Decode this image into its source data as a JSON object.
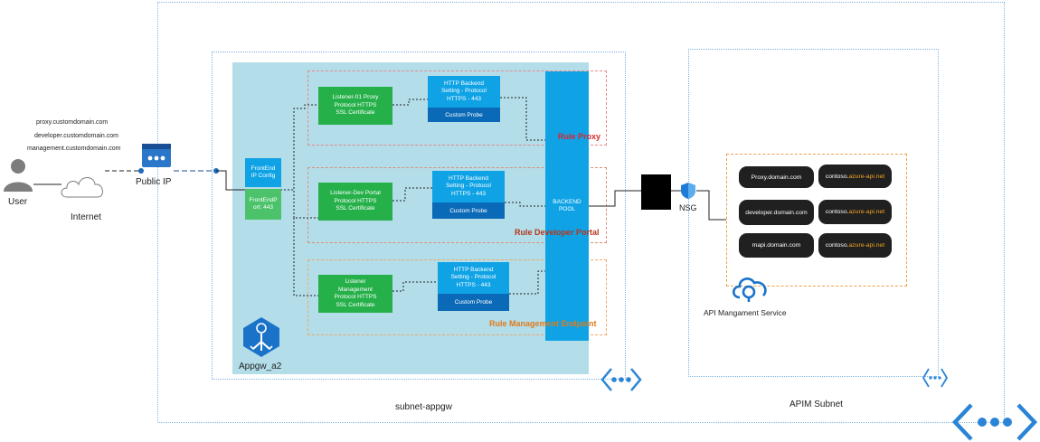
{
  "user": {
    "label": "User"
  },
  "internet": {
    "label": "Internet"
  },
  "public_ip": {
    "label": "Public IP"
  },
  "domains": [
    "proxy.customdomain.com",
    "developer.customdomain.com",
    "management.customdomain.com"
  ],
  "appgw": {
    "name": "Appgw_a2",
    "frontend_ip": "FrontEnd\nIP Config",
    "frontend_port": "FrontEndP\nort: 443",
    "backend_pool": "BACKEND\nPOOL"
  },
  "rules": [
    {
      "name": "Rule Proxy",
      "color": "#d9262c",
      "listener": "Listener-01 Proxy\nProtocol HTTPS\nSSL Certificate",
      "backend": "HTTP Backend\nSetting - Protocol\nHTTPS - 443",
      "probe": "Custom Probe"
    },
    {
      "name": "Rule Developer Portal",
      "color": "#b5361c",
      "listener": "Listener-Dev Portal\nProtocol HTTPS\nSSL Certificate",
      "backend": "HTTP Backend\nSetting - Protocol\nHTTPS - 443",
      "probe": "Custom Probe"
    },
    {
      "name": "Rule Management Endpoint",
      "color": "#e07b1a",
      "listener": "Listener\nManagement\nProtocol HTTPS\nSSL Certificate",
      "backend": "HTTP Backend\nSetting - Protocol\nHTTPS - 443",
      "probe": "Custom Probe"
    }
  ],
  "nsg": {
    "label": "NSG"
  },
  "apim": {
    "label": "API Mangament Service",
    "hosts": [
      {
        "name": "Proxy.domain.com",
        "target_prefix": "contoso.",
        "target_hl": "azure-api.net"
      },
      {
        "name": "developer.domain.com",
        "target_prefix": "contoso.",
        "target_hl": "azure-api.net"
      },
      {
        "name": "mapi.domain.com",
        "target_prefix": "contoso.",
        "target_hl": "azure-api.net"
      }
    ]
  },
  "subnets": {
    "appgw": "subnet-appgw",
    "apim": "APIM Subnet"
  },
  "colors": {
    "appgw_bg": "#b3dde9",
    "listener": "#25b04a",
    "backend": "#0fa3e6",
    "probe": "#0b6ab8",
    "pool": "#0fa3e6",
    "apim_border": "#f0a04b",
    "vnet_dots": "#7fb3e0"
  }
}
